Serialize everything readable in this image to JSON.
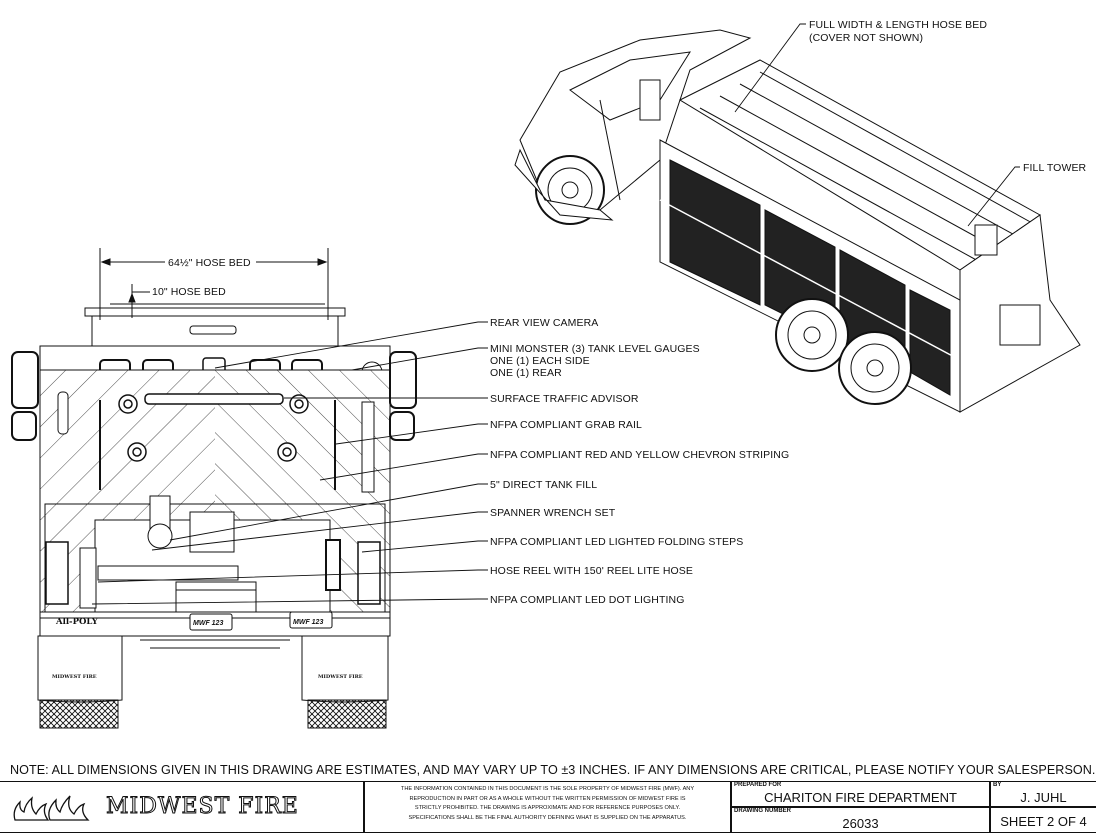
{
  "callouts": {
    "hose_bed_width": "64½\" HOSE BED",
    "hose_bed_depth": "10\" HOSE BED",
    "full_hose_bed_line1": "FULL WIDTH & LENGTH HOSE BED",
    "full_hose_bed_line2": "(COVER NOT SHOWN)",
    "fill_tower": "FILL TOWER",
    "rear_view_camera": "REAR VIEW CAMERA",
    "gauges_line1": "MINI MONSTER (3) TANK LEVEL GAUGES",
    "gauges_line2": "ONE (1) EACH SIDE",
    "gauges_line3": "ONE (1) REAR",
    "traffic_advisor": "SURFACE TRAFFIC ADVISOR",
    "grab_rail": "NFPA COMPLIANT GRAB RAIL",
    "chevron": "NFPA COMPLIANT RED AND YELLOW CHEVRON STRIPING",
    "tank_fill": "5\" DIRECT TANK FILL",
    "spanner": "SPANNER WRENCH SET",
    "steps": "NFPA COMPLIANT LED LIGHTED FOLDING STEPS",
    "hose_reel": "HOSE REEL WITH 150' REEL LITE HOSE",
    "dot_lighting": "NFPA COMPLIANT LED DOT LIGHTING"
  },
  "rear_view_labels": {
    "all_poly": "All-POLY",
    "plate_left": "MWF 123",
    "plate_right": "MWF 123",
    "mudflap_left": "MIDWEST FIRE",
    "mudflap_right": "MIDWEST FIRE"
  },
  "note": "NOTE: ALL DIMENSIONS GIVEN IN THIS DRAWING ARE ESTIMATES, AND MAY VARY UP TO ±3 INCHES. IF ANY DIMENSIONS ARE CRITICAL, PLEASE NOTIFY YOUR SALESPERSON.",
  "title_block": {
    "company": "MIDWEST FIRE",
    "disclaimer_line1": "THE INFORMATION CONTAINED IN THIS DOCUMENT IS THE SOLE PROPERTY OF MIDWEST FIRE (MWF). ANY",
    "disclaimer_line2": "REPRODUCTION IN PART OR AS A WHOLE WITHOUT THE WRITTEN PERMISSION OF MIDWEST FIRE IS",
    "disclaimer_line3": "STRICTLY PROHIBITED. THE DRAWING IS APPROXIMATE AND FOR REFERENCE PURPOSES ONLY.",
    "disclaimer_line4": "SPECIFICATIONS SHALL BE THE FINAL AUTHORITY DEFINING WHAT IS SUPPLIED ON THE APPARATUS.",
    "prepared_for_label": "PREPARED FOR",
    "prepared_for": "CHARITON FIRE DEPARTMENT",
    "drawing_number_label": "DRAWING NUMBER",
    "drawing_number": "26033",
    "by_label": "BY",
    "by": "J. JUHL",
    "sheet": "SHEET 2 OF 4"
  }
}
